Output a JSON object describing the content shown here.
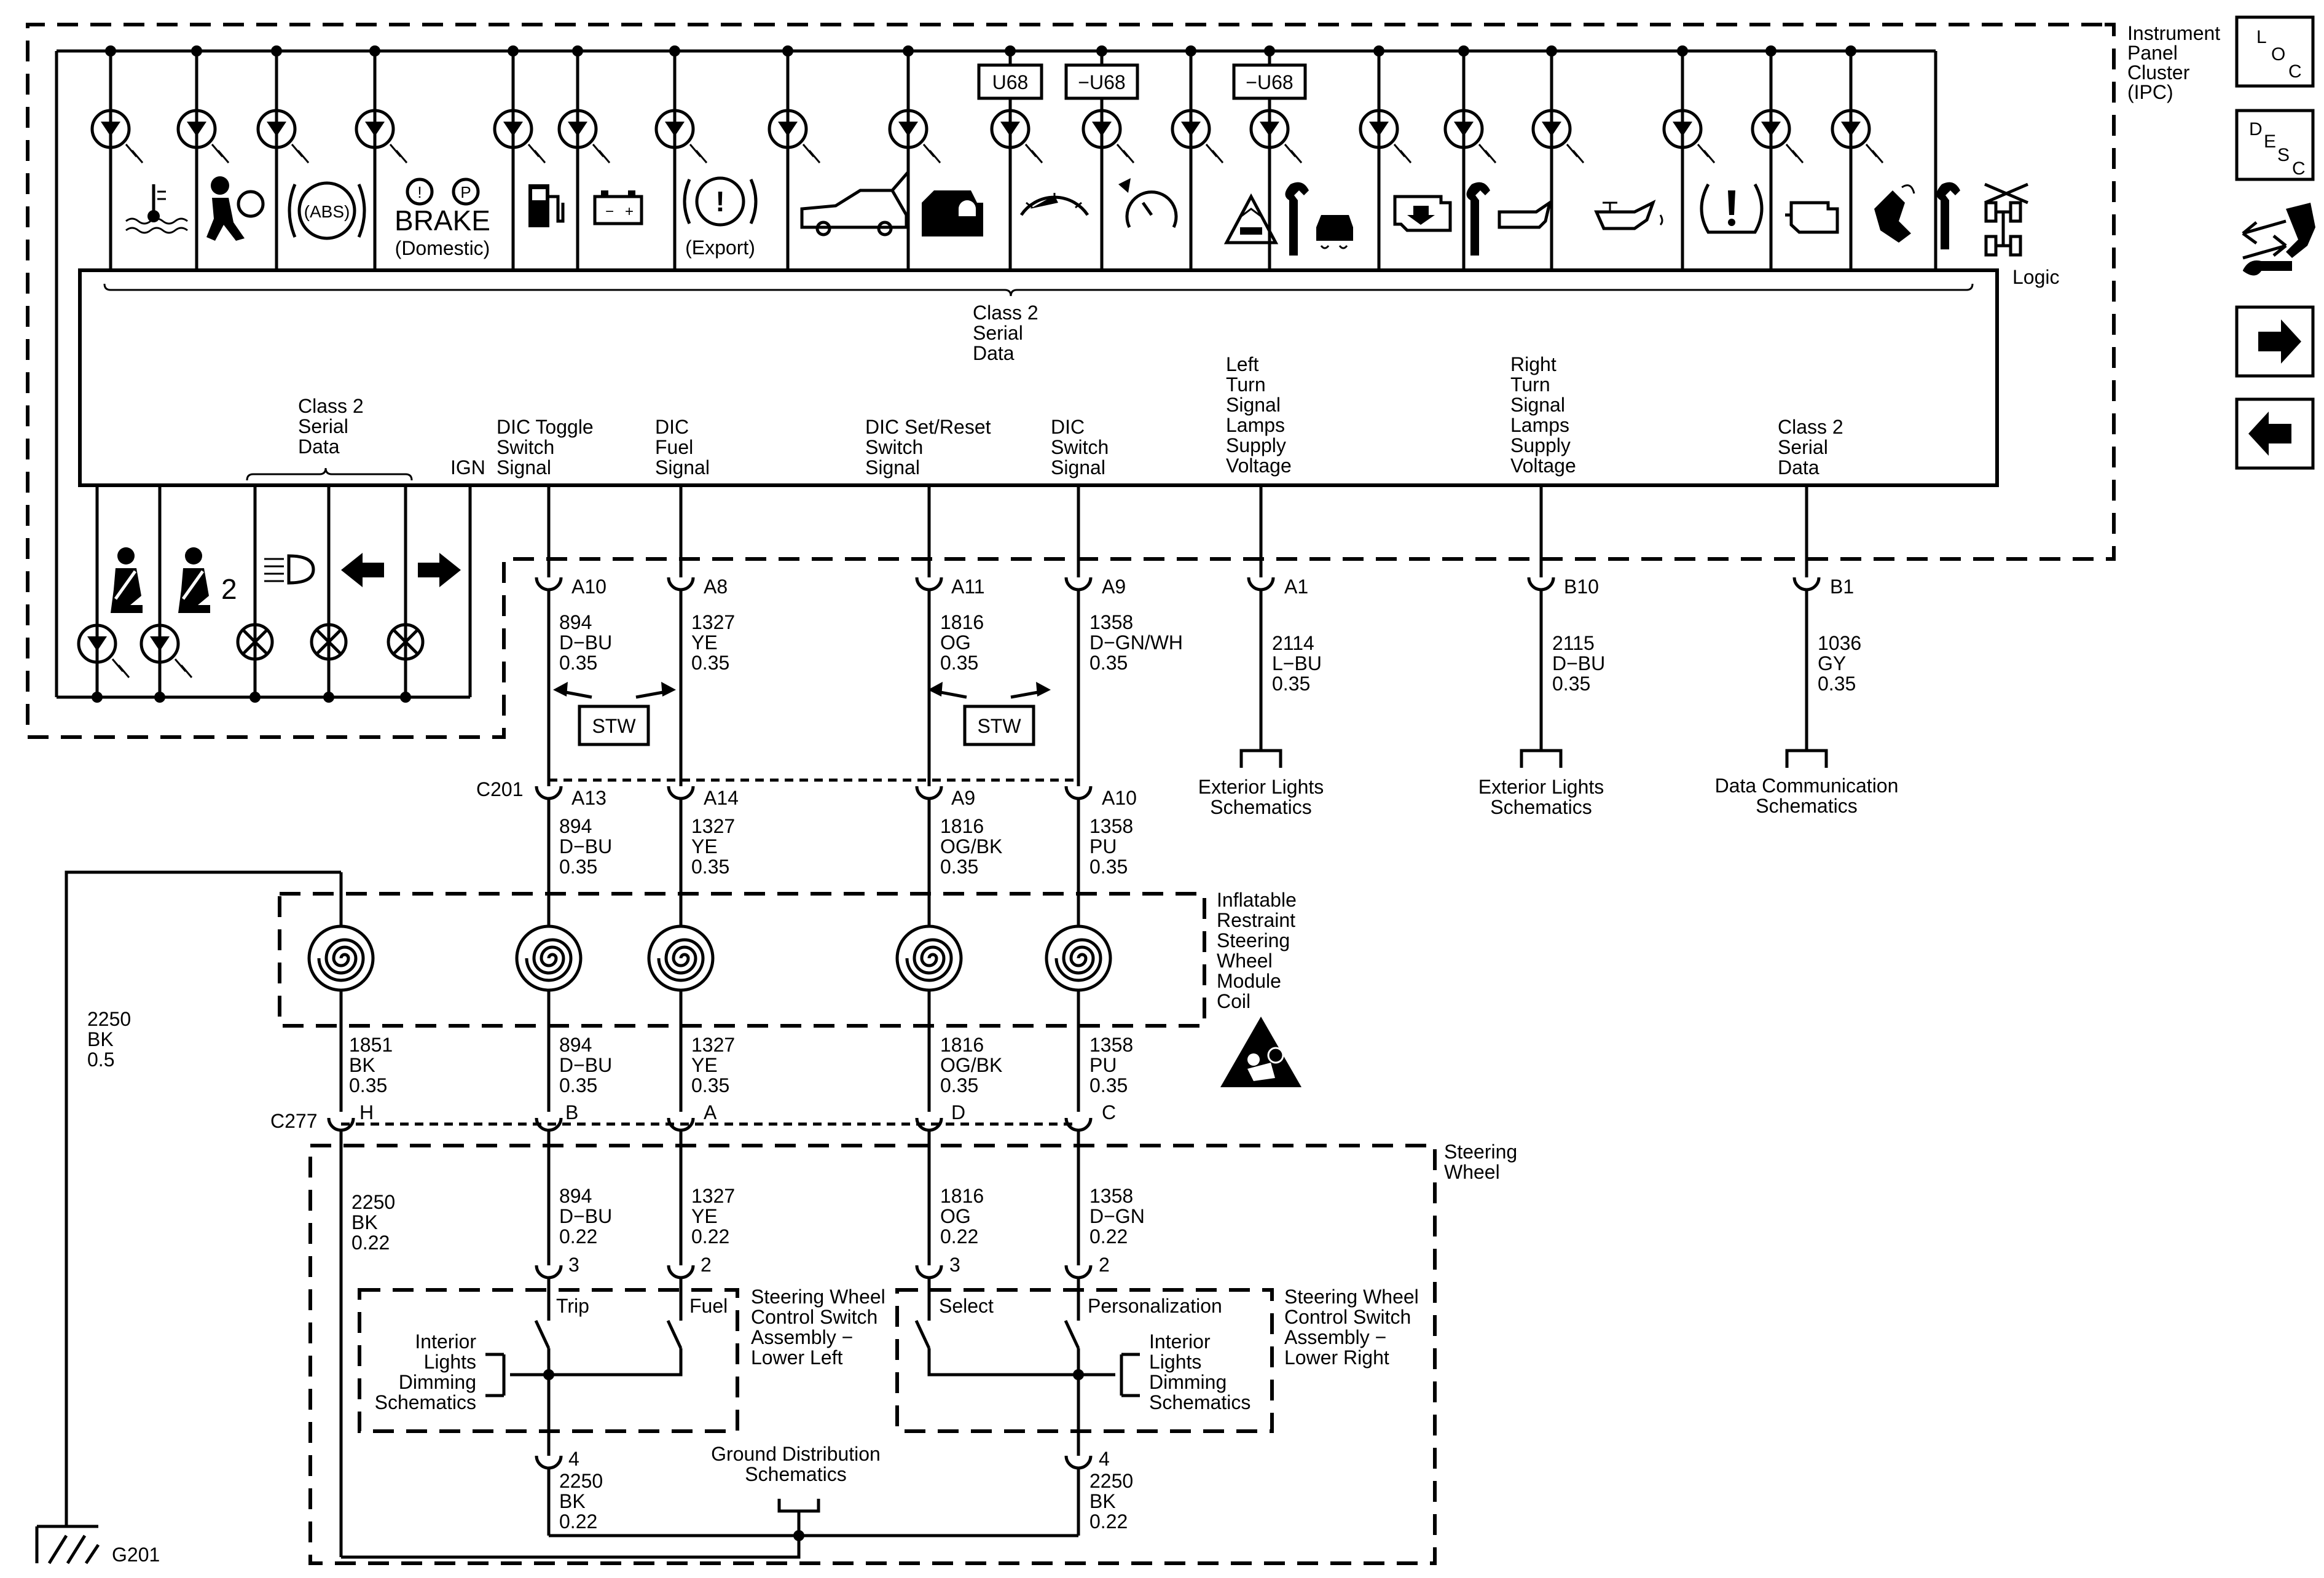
{
  "module": {
    "name": [
      "Instrument",
      "Panel",
      "Cluster",
      "(IPC)"
    ],
    "logic_label": "Logic"
  },
  "options": {
    "u68": "U68",
    "not_u68_a": "−U68",
    "not_u68_b": "−U68"
  },
  "icon_text": {
    "brake_word": "BRAKE",
    "brake_domestic": "(Domestic)",
    "export": "(Export)",
    "abs": "(ABS)",
    "passenger_num": "2"
  },
  "bus_label": [
    "Class 2",
    "Serial",
    "Data"
  ],
  "ign": "IGN",
  "signals": {
    "class2_left": [
      "Class 2",
      "Serial",
      "Data"
    ],
    "dic_toggle": [
      "DIC Toggle",
      "Switch",
      "Signal"
    ],
    "dic_fuel": [
      "DIC",
      "Fuel",
      "Signal"
    ],
    "dic_set_reset": [
      "DIC Set/Reset",
      "Switch",
      "Signal"
    ],
    "dic_switch": [
      "DIC",
      "Switch",
      "Signal"
    ],
    "left_turn": [
      "Left",
      "Turn",
      "Signal",
      "Lamps",
      "Supply",
      "Voltage"
    ],
    "right_turn": [
      "Right",
      "Turn",
      "Signal",
      "Lamps",
      "Supply",
      "Voltage"
    ],
    "class2_right": [
      "Class 2",
      "Serial",
      "Data"
    ]
  },
  "pins_ipc": {
    "c1": "A10",
    "c2": "A8",
    "c3": "A11",
    "c4": "A9",
    "c5": "A1",
    "c6": "B10",
    "c7": "B1"
  },
  "wires_ipc": {
    "c1": [
      "894",
      "D−BU",
      "0.35"
    ],
    "c2": [
      "1327",
      "YE",
      "0.35"
    ],
    "c3": [
      "1816",
      "OG",
      "0.35"
    ],
    "c4": [
      "1358",
      "D−GN/WH",
      "0.35"
    ],
    "c5": [
      "2114",
      "L−BU",
      "0.35"
    ],
    "c6": [
      "2115",
      "D−BU",
      "0.35"
    ],
    "c7": [
      "1036",
      "GY",
      "0.35"
    ]
  },
  "stw": "STW",
  "refs": {
    "ext_lights_1": [
      "Exterior Lights",
      "Schematics"
    ],
    "ext_lights_2": [
      "Exterior Lights",
      "Schematics"
    ],
    "data_comm": [
      "Data Communication",
      "Schematics"
    ],
    "dim_left": [
      "Interior",
      "Lights",
      "Dimming",
      "Schematics"
    ],
    "dim_right": [
      "Interior",
      "Lights",
      "Dimming",
      "Schematics"
    ],
    "ground_dist": [
      "Ground Distribution",
      "Schematics"
    ]
  },
  "c201": {
    "name": "C201",
    "pins": [
      "A13",
      "A14",
      "A9",
      "A10"
    ]
  },
  "wires_c201": {
    "c1": [
      "894",
      "D−BU",
      "0.35"
    ],
    "c2": [
      "1327",
      "YE",
      "0.35"
    ],
    "c3": [
      "1816",
      "OG/BK",
      "0.35"
    ],
    "c4": [
      "1358",
      "PU",
      "0.35"
    ]
  },
  "coil": [
    "Inflatable",
    "Restraint",
    "Steering",
    "Wheel",
    "Module",
    "Coil"
  ],
  "wires_coil": {
    "h": [
      "1851",
      "BK",
      "0.35"
    ],
    "c1": [
      "894",
      "D−BU",
      "0.35"
    ],
    "c2": [
      "1327",
      "YE",
      "0.35"
    ],
    "c3": [
      "1816",
      "OG/BK",
      "0.35"
    ],
    "c4": [
      "1358",
      "PU",
      "0.35"
    ]
  },
  "c277": {
    "name": "C277",
    "pins": [
      "H",
      "B",
      "A",
      "D",
      "C"
    ]
  },
  "ground_wire": [
    "2250",
    "BK",
    "0.5"
  ],
  "steering_wheel": [
    "Steering",
    "Wheel"
  ],
  "wires_sw": {
    "h": [
      "2250",
      "BK",
      "0.22"
    ],
    "c1": [
      "894",
      "D−BU",
      "0.22"
    ],
    "c2": [
      "1327",
      "YE",
      "0.22"
    ],
    "c3": [
      "1816",
      "OG",
      "0.22"
    ],
    "c4": [
      "1358",
      "D−GN",
      "0.22"
    ]
  },
  "switch_pins": {
    "p3a": "3",
    "p2a": "2",
    "p3b": "3",
    "p2b": "2",
    "p4a": "4",
    "p4b": "4"
  },
  "switch_labels": {
    "trip": "Trip",
    "fuel": "Fuel",
    "select": "Select",
    "personalization": "Personalization"
  },
  "switch_left": [
    "Steering Wheel",
    "Control Switch",
    "Assembly −",
    "Lower Left"
  ],
  "switch_right": [
    "Steering Wheel",
    "Control Switch",
    "Assembly −",
    "Lower Right"
  ],
  "wires_bottom": {
    "left": [
      "2250",
      "BK",
      "0.22"
    ],
    "right": [
      "2250",
      "BK",
      "0.22"
    ]
  },
  "ground": "G201",
  "side": {
    "loc": "LOC",
    "desc": "DESC"
  }
}
